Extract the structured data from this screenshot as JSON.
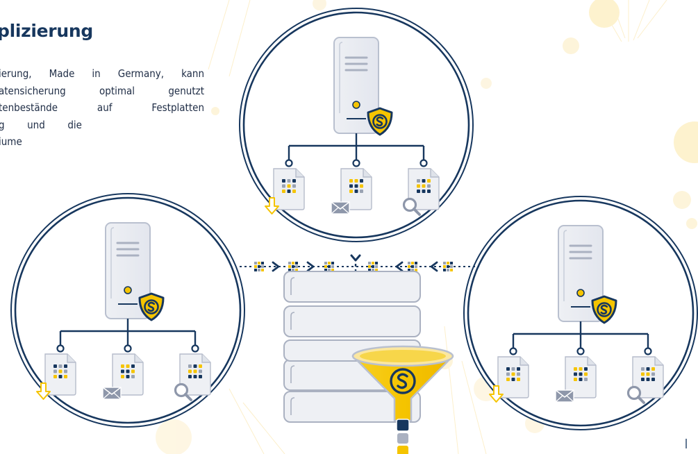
{
  "heading": "plizierung",
  "paragraph_lines": [
    "ierung, Made in Germany, kann",
    "atensicherung optimal genutzt",
    "tenbestände auf Festplatten",
    "g und die",
    "iume"
  ],
  "colors": {
    "navy": "#17375e",
    "yellow": "#f5c400",
    "gray": "#9aa3b3",
    "light_gray": "#eef0f4",
    "dot_yellow": "#fdf3d6"
  },
  "icons": {
    "server": "server-tower-icon",
    "shield": "shield-s-logo-icon",
    "file_download": "file-download-icon",
    "file_mail": "file-mail-icon",
    "file_search": "file-search-icon",
    "storage": "storage-rack-icon",
    "funnel": "deduplication-funnel-icon",
    "block": "data-block-icon",
    "chevron": "chevron-icon"
  },
  "flow": {
    "left_directions": [
      "right",
      "right"
    ],
    "right_directions": [
      "left",
      "left"
    ],
    "down_arrow": "down",
    "output_blocks": [
      "navy",
      "gray",
      "yellow"
    ]
  }
}
